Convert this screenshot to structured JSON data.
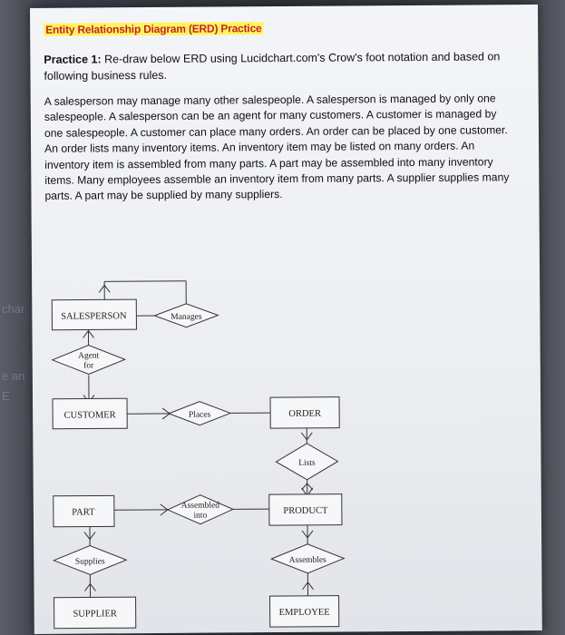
{
  "document": {
    "title": "Entity Relationship Diagram (ERD) Practice",
    "practice_label": "Practice 1:",
    "practice_text": "Re-draw below ERD using Lucidchart.com's Crow's foot notation and based on following business rules.",
    "business_rules": "A salesperson may manage many other salespeople. A salesperson is managed by only one salespeople. A salesperson can be an agent for many customers. A customer is managed by one salespeople. A customer can place many orders. An order can be placed by one customer. An order lists many inventory items. An inventory item may be listed on many orders. An inventory item is assembled from many parts. A part may be assembled into many inventory items. Many employees assemble an inventory item from many parts. A supplier supplies many parts. A part may be supplied by many suppliers."
  },
  "background_fragments": [
    "char",
    "e an E"
  ],
  "erd": {
    "entities": {
      "salesperson": "SALESPERSON",
      "customer": "CUSTOMER",
      "order": "ORDER",
      "part": "PART",
      "product": "PRODUCT",
      "supplier": "SUPPLIER",
      "employee": "EMPLOYEE"
    },
    "relationships": {
      "manages": "Manages",
      "agent_for_1": "Agent",
      "agent_for_2": "for",
      "places": "Places",
      "lists": "Lists",
      "assembled_into_1": "Assembled",
      "assembled_into_2": "into",
      "supplies": "Supplies",
      "assembles": "Assembles"
    }
  }
}
